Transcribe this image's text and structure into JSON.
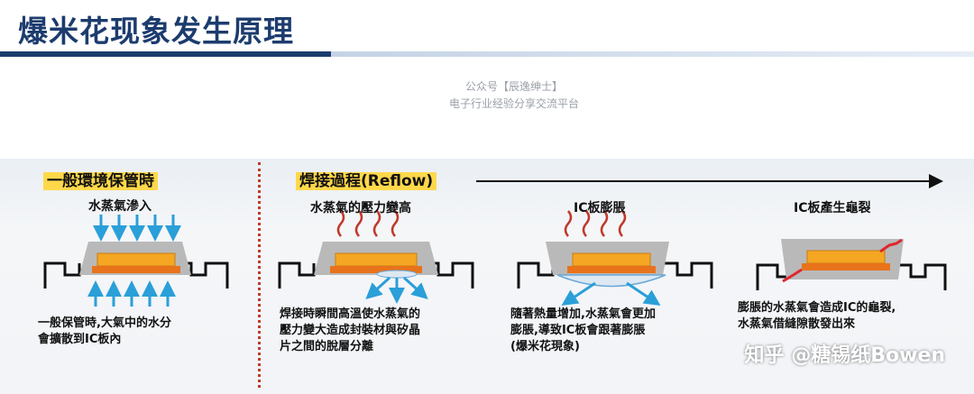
{
  "title": "爆米花现象发生原理",
  "watermark_top": {
    "line1": "公众号【辰逸绅士】",
    "line2": "电子行业经验分享交流平台"
  },
  "left_section": {
    "heading": "一般環境保管時",
    "label": "水蒸氣滲入",
    "caption": "一般保管時,大氣中的水分\n會擴散到IC板內"
  },
  "reflow_section": {
    "heading": "焊接過程(Reflow)"
  },
  "stage1": {
    "label": "水蒸氣的壓力變高",
    "caption": "焊接時瞬間高溫使水蒸氣的\n壓力變大造成封裝材與矽晶\n片之間的脫層分離"
  },
  "stage2": {
    "label": "IC板膨脹",
    "caption": "隨著熱量增加,水蒸氣會更加\n膨脹,導致IC板會跟著膨脹\n(爆米花現象)"
  },
  "stage3": {
    "label": "IC板產生龜裂",
    "caption": "膨脹的水蒸氣會造成IC的龜裂,\n水蒸氣借縫隙散發出來"
  },
  "watermark_bottom": "知乎 @糖锡纸Bowen",
  "colors": {
    "title": "#1c3c6e",
    "highlight": "#ffd84a",
    "package": "#b9b9b9",
    "die": "#f5a623",
    "pad": "#e8731b",
    "arrow_blue": "#2a9fd8",
    "steam_red": "#c0392b"
  }
}
